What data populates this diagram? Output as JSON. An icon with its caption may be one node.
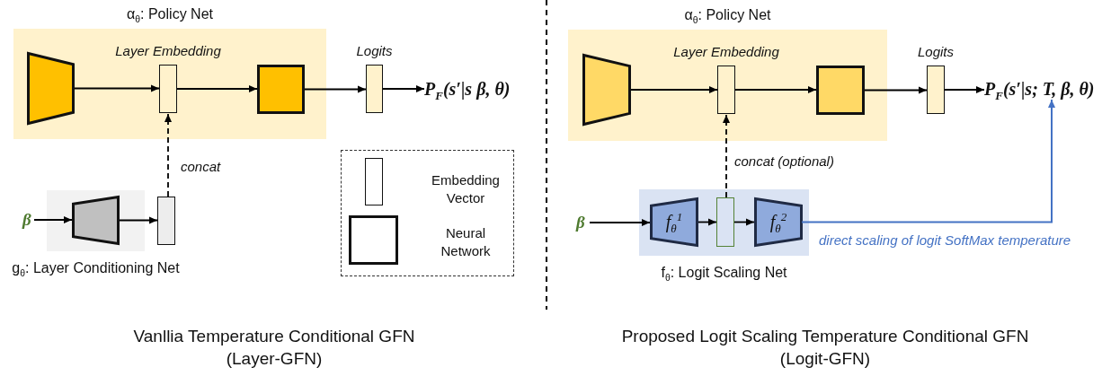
{
  "diagram": {
    "nodes": [
      {
        "text": [
          "α$_{θ}$: Policy Net"
        ]
      },
      {
        "text": [],
        "shape": "trapezoid",
        "in": 0
      },
      {
        "text": [
          "Layer Embedding"
        ],
        "in": 0
      },
      {
        "text": [],
        "shape": "box",
        "in": 0
      },
      {
        "text": [
          "Logits"
        ]
      },
      {
        "text": [
          "P$_{F}$(s′|s β, θ)"
        ]
      },
      {
        "text": [
          "g$_{θ}$: Layer Conditioning Net"
        ]
      },
      {
        "text": [
          "β"
        ]
      },
      {
        "text": [],
        "shape": "trapezoid",
        "in": 6
      },
      {
        "text": [],
        "shape": "box"
      },
      {
        "text": [
          "α$_{θ}$: Policy Net"
        ]
      },
      {
        "text": [],
        "shape": "trapezoid",
        "in": 10
      },
      {
        "text": [
          "Layer Embedding"
        ],
        "in": 10
      },
      {
        "text": [],
        "shape": "box",
        "in": 10
      },
      {
        "text": [
          "Logits"
        ]
      },
      {
        "text": [
          "P$_{F}$(s′|s; T, β, θ)"
        ]
      },
      {
        "text": [
          "f$_{θ}$: Logit Scaling Net"
        ]
      },
      {
        "text": [
          "β"
        ]
      },
      {
        "text": [
          "f$_{θ}$$^{1}$"
        ],
        "in": 16
      },
      {
        "text": [],
        "shape": "box",
        "in": 16
      },
      {
        "text": [
          "f$_{θ}$$^{2}$"
        ],
        "in": 16
      }
    ],
    "edges": [
      {
        "from": 1,
        "to": 2,
        "arrow": "to"
      },
      {
        "from": 2,
        "to": 3,
        "arrow": "to"
      },
      {
        "from": 3,
        "to": 4,
        "arrow": "to"
      },
      {
        "from": 4,
        "to": 5,
        "arrow": "to"
      },
      {
        "from": 9,
        "to": 2,
        "arrow": "to",
        "label": "concat",
        "style": "dashed"
      },
      {
        "from": 7,
        "to": 8,
        "arrow": "to"
      },
      {
        "from": 8,
        "to": 9,
        "arrow": "to"
      },
      {
        "from": 11,
        "to": 12,
        "arrow": "to"
      },
      {
        "from": 12,
        "to": 13,
        "arrow": "to"
      },
      {
        "from": 13,
        "to": 14,
        "arrow": "to"
      },
      {
        "from": 14,
        "to": 15,
        "arrow": "to"
      },
      {
        "from": 19,
        "to": 12,
        "arrow": "to",
        "label": "concat (optional)",
        "style": "dashed"
      },
      {
        "from": 17,
        "to": 18,
        "arrow": "to"
      },
      {
        "from": 18,
        "to": 19,
        "arrow": "to"
      },
      {
        "from": 19,
        "to": 20,
        "arrow": "to"
      },
      {
        "from": 20,
        "to": 15,
        "arrow": "to",
        "label": "direct scaling of logit SoftMax temperature",
        "color": "#4472c4"
      }
    ],
    "labels": [
      "Vanllia Temperature Conditional GFN",
      "(Layer-GFN)",
      "Proposed Logit Scaling Temperature Conditional GFN",
      "(Logit-GFN)"
    ],
    "legend": [
      {
        "text": "Embedding Vector"
      },
      {
        "text": "Neural Network"
      }
    ]
  }
}
